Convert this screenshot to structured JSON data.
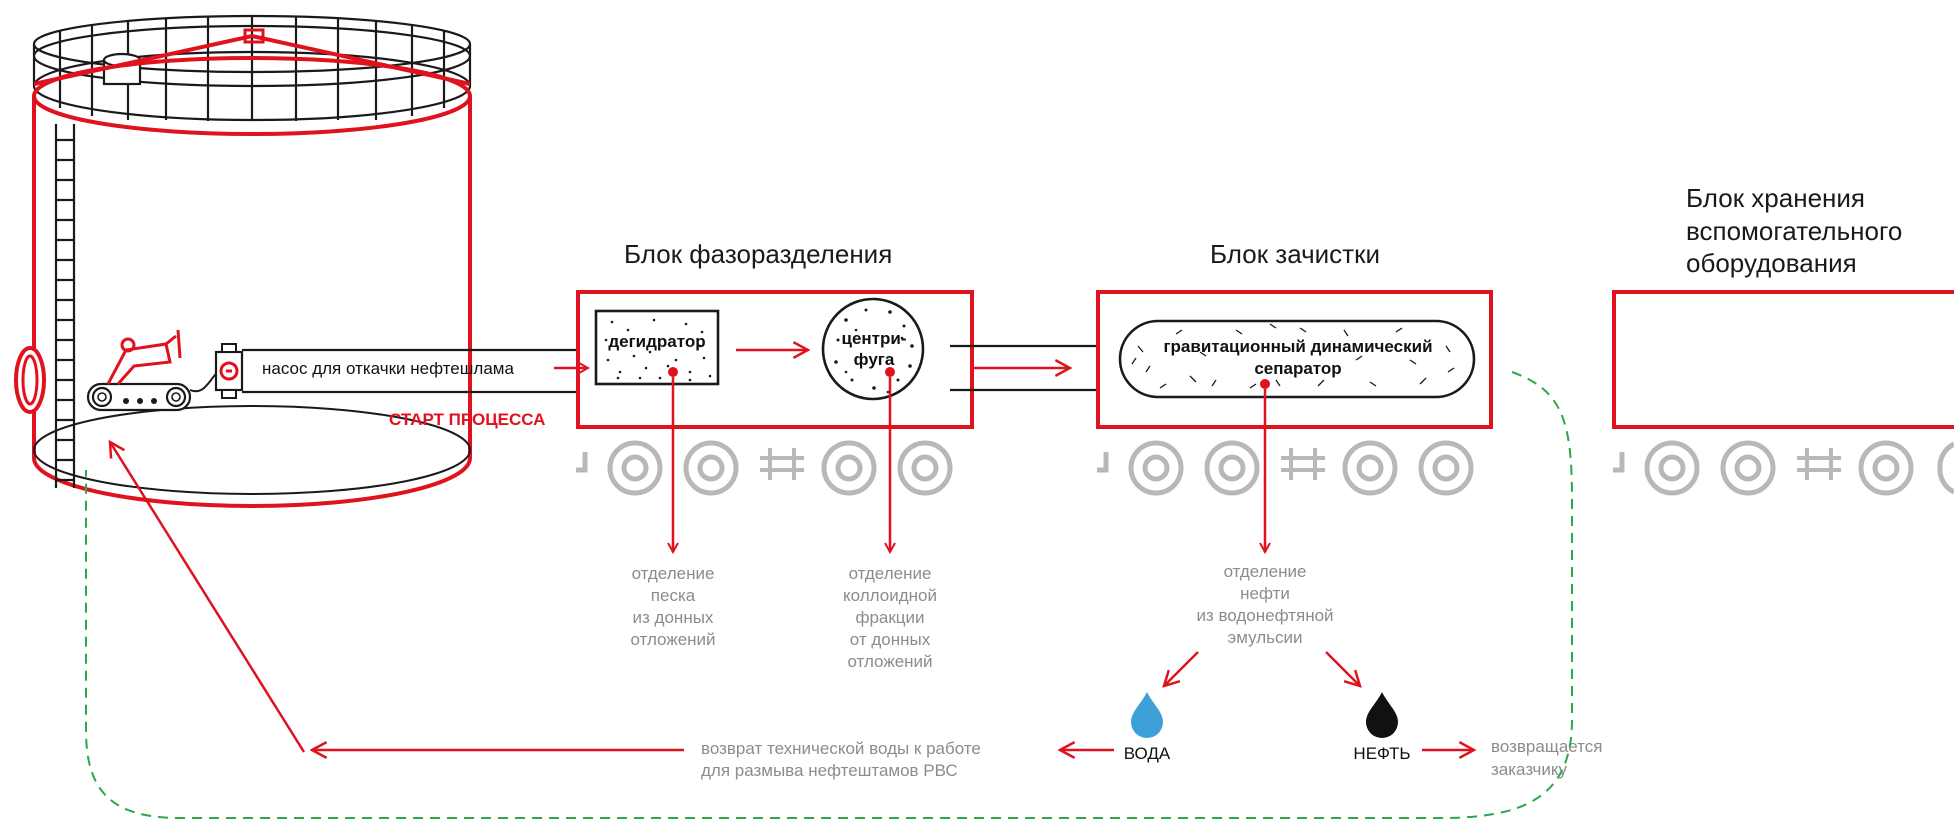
{
  "colors": {
    "accent_red": "#e0121d",
    "line_black": "#1a1a1a",
    "wheel_gray": "#b8b8b8",
    "caption_gray": "#8c8c8c",
    "water_blue": "#3da0d9",
    "return_green": "#2aa84a"
  },
  "blocks": {
    "phase": {
      "title": "Блок фазоразделения"
    },
    "cleaning": {
      "title": "Блок зачистки"
    },
    "storage": {
      "title_lines": [
        "Блок хранения",
        "вспомогательного",
        "оборудования"
      ]
    }
  },
  "units": {
    "dehydrator": "дегидратор",
    "centrifuge_lines": [
      "центри-",
      "фуга"
    ],
    "separator_lines": [
      "гравитационный динамический",
      "сепаратор"
    ]
  },
  "pump_label": "насос для откачки нефтешлама",
  "start_label": "СТАРТ ПРОЦЕССА",
  "captions": {
    "sand": [
      "отделение",
      "песка",
      "из донных",
      "отложений"
    ],
    "colloid": [
      "отделение",
      "коллоидной",
      "фракции",
      "от донных",
      "отложений"
    ],
    "oil_sep": [
      "отделение",
      "нефти",
      "из водонефтяной",
      "эмульсии"
    ]
  },
  "outputs": {
    "water": "ВОДА",
    "oil": "НЕФТЬ"
  },
  "return_water_lines": [
    "возврат технической воды к работе",
    "для размыва нефтештамов РВС"
  ],
  "return_customer_lines": [
    "возвращается",
    "заказчику"
  ],
  "icons": {
    "tank": "oil-storage-tank-icon",
    "robot": "crawler-robot-icon",
    "pump": "pump-icon",
    "water": "water-drop-icon",
    "oil": "oil-drop-icon",
    "axle": "wheel-axle-icon"
  }
}
